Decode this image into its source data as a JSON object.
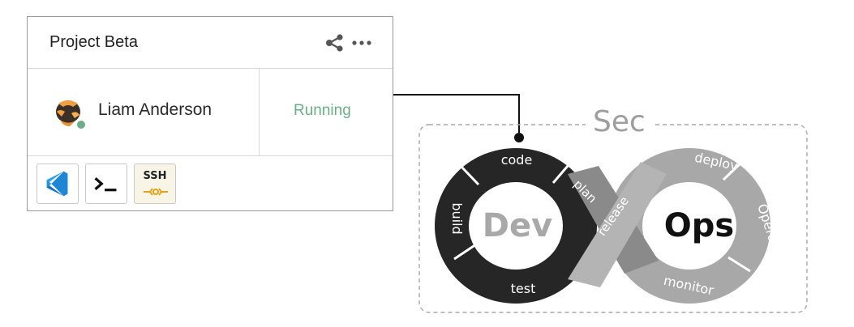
{
  "card": {
    "title": "Project Beta",
    "icons": [
      "share-icon",
      "more-icon"
    ],
    "user_name": "Liam Anderson",
    "status": "Running",
    "status_color": "#6cae88",
    "tools": [
      {
        "name": "vscode",
        "icon": "vscode-icon"
      },
      {
        "name": "terminal",
        "icon": "terminal-icon"
      },
      {
        "name": "ssh",
        "label": "SSH",
        "icon": "ssh-icon"
      }
    ]
  },
  "diagram": {
    "outer_label": "Sec",
    "left_label": "Dev",
    "right_label": "Ops",
    "stages": {
      "code": "code",
      "build": "build",
      "test": "test",
      "plan": "plan",
      "release": "release",
      "deploy": "deploy",
      "operate": "Operate",
      "monitor": "monitor"
    },
    "colors": {
      "dev": "#262626",
      "ops": "#a8a8a8",
      "overlap": "#8a8a8a"
    }
  }
}
